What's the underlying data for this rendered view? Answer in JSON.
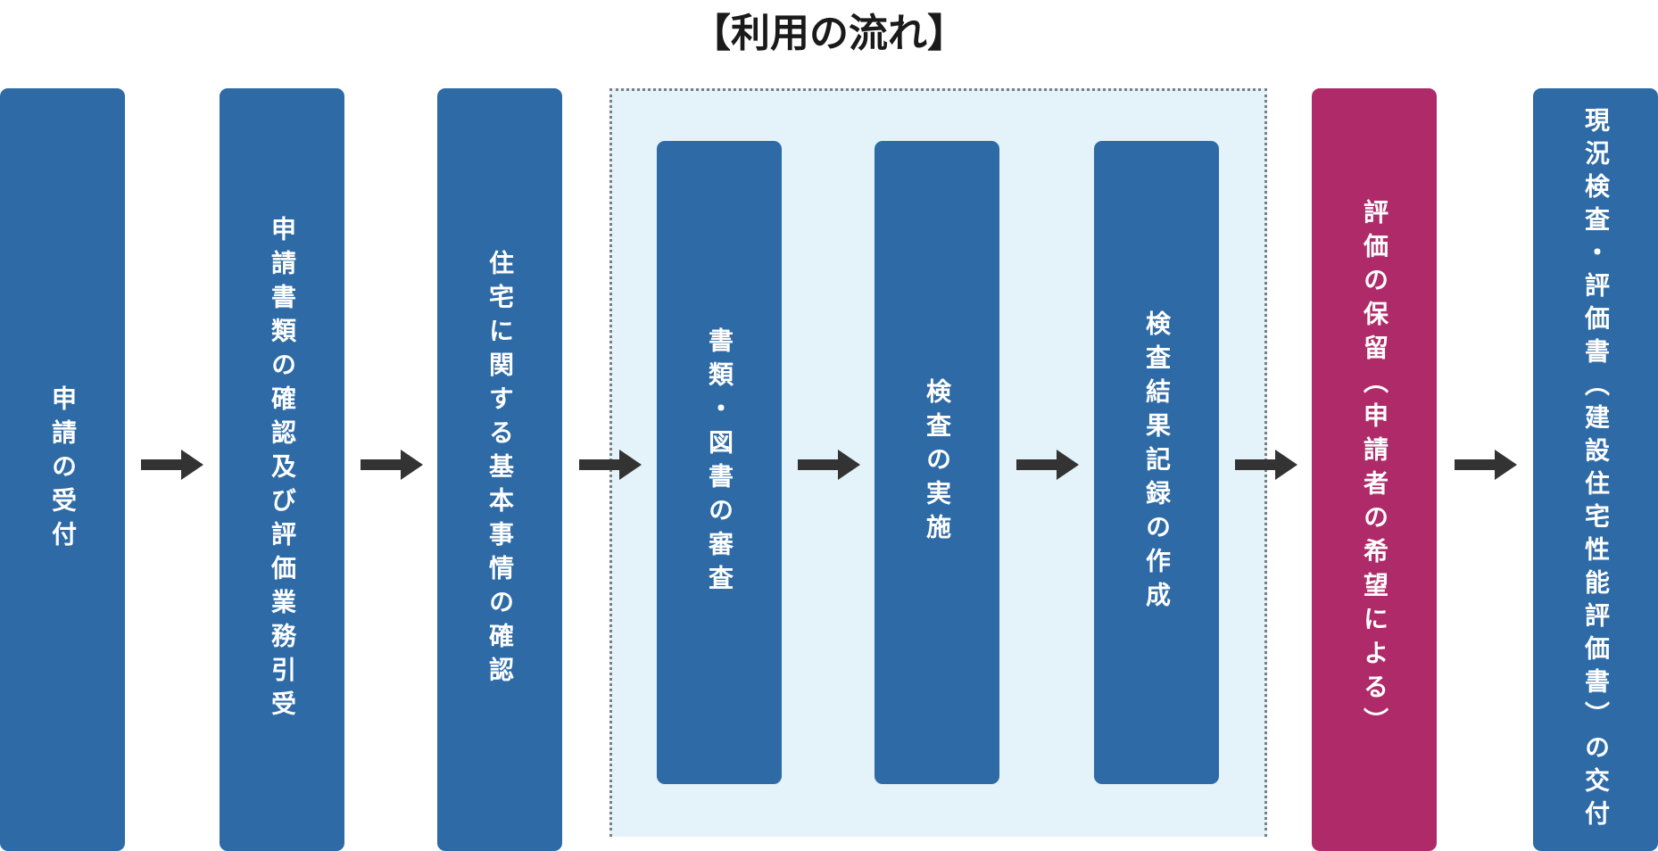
{
  "title": "【利用の流れ】",
  "steps": [
    {
      "label": "申請の受付"
    },
    {
      "label": "申請書類の確認及び評価業務引受"
    },
    {
      "label": "住宅に関する基本事情の確認"
    },
    {
      "label": "書類・図書の審査"
    },
    {
      "label": "検査の実施"
    },
    {
      "label": "検査結果記録の作成"
    },
    {
      "label": "評価の保留（申請者の希望による）"
    },
    {
      "label": "現況検査・評価書（建設住宅性能評価書）の交付"
    }
  ],
  "colors": {
    "step_blue": "#2d6aa6",
    "step_hold": "#ae2a68",
    "group_background": "#e4f2f9",
    "arrow": "#333333"
  }
}
